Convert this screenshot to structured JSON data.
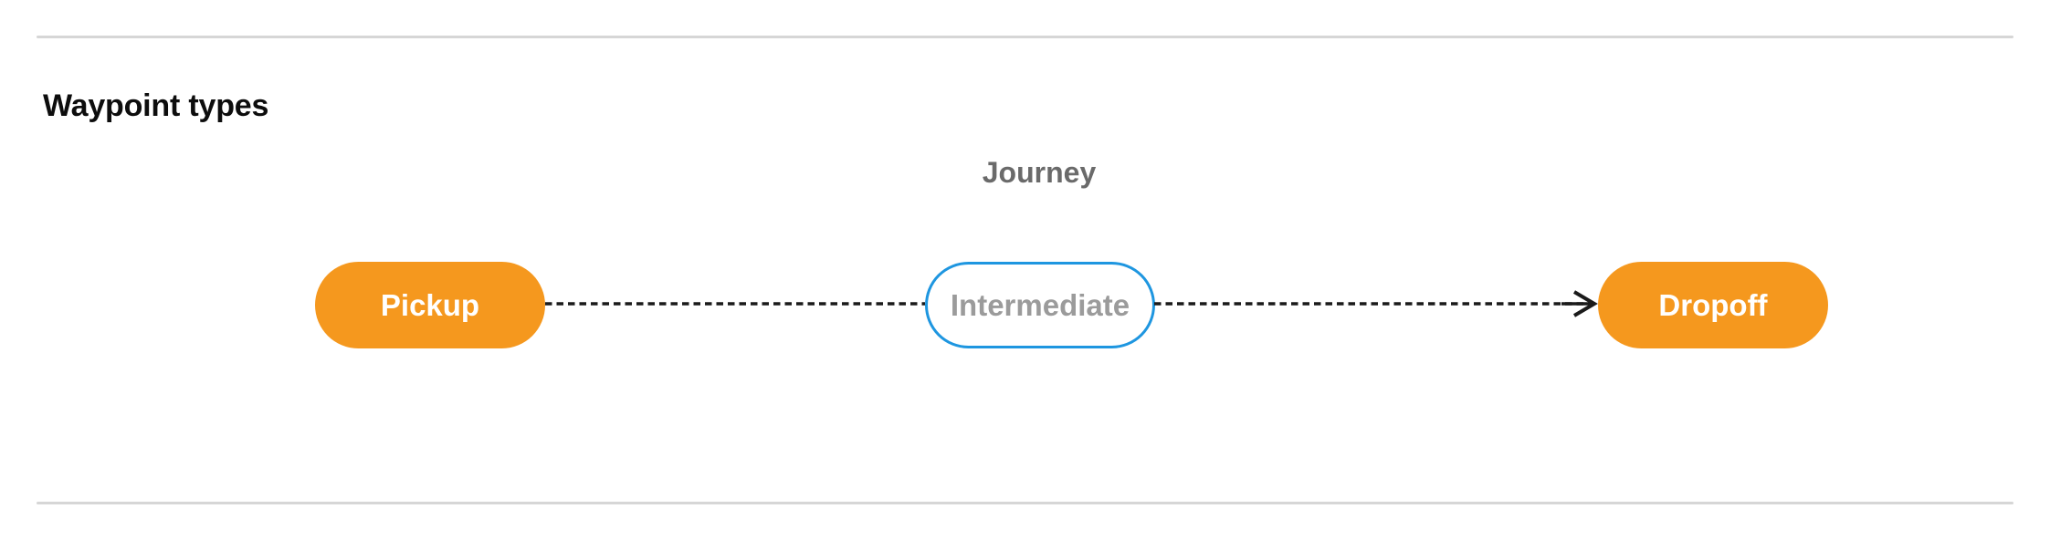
{
  "page": {
    "section_title": "Waypoint types"
  },
  "diagram": {
    "title": "Journey",
    "nodes": [
      {
        "id": "pickup",
        "label": "Pickup",
        "type": "terminal"
      },
      {
        "id": "intermediate",
        "label": "Intermediate",
        "type": "intermediate"
      },
      {
        "id": "dropoff",
        "label": "Dropoff",
        "type": "terminal"
      }
    ],
    "edges": [
      {
        "from": "pickup",
        "to": "intermediate",
        "style": "dashed",
        "arrow": false
      },
      {
        "from": "intermediate",
        "to": "dropoff",
        "style": "dashed",
        "arrow": true
      }
    ],
    "colors": {
      "terminal_fill": "#f5981e",
      "terminal_text": "#ffffff",
      "intermediate_border": "#1e96e0",
      "intermediate_text": "#9b9b9b",
      "journey_label": "#6a6a6a",
      "connector": "#1a1a1a",
      "divider": "#d6d6d6",
      "background": "#ffffff"
    }
  }
}
